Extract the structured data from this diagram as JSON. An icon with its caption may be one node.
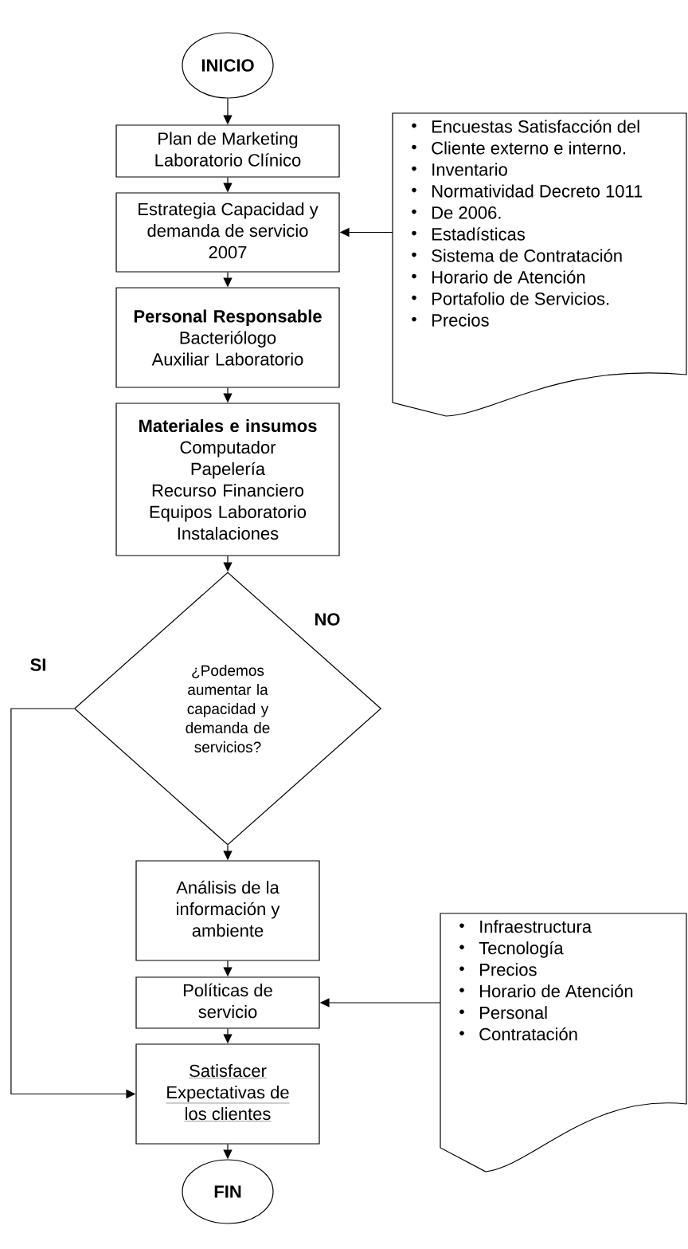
{
  "diagram": {
    "nodes": [
      {
        "text": [
          "INICIO"
        ]
      },
      {
        "text": [
          "Plan de Marketing Laboratorio Clínico"
        ]
      },
      {
        "text": [
          "Estrategia Capacidad y demanda de servicio 2007"
        ]
      },
      {
        "text": [
          "Personal Responsable",
          "Bacteriólogo",
          "Auxiliar Laboratorio"
        ]
      },
      {
        "text": [
          "Materiales e insumos",
          "Computador",
          "Papelería",
          "Recurso Financiero",
          "Equipos Laboratorio",
          "Instalaciones"
        ]
      },
      {
        "text": [
          "¿Podemos aumentar la capacidad y demanda de servicios?"
        ]
      },
      {
        "text": [
          "Análisis de la información y ambiente"
        ]
      },
      {
        "text": [
          "Políticas de servicio"
        ]
      },
      {
        "text": [
          "Satisfacer Expectativas de los clientes"
        ]
      },
      {
        "text": [
          "FIN"
        ]
      },
      {
        "text": [
          "Encuestas Satisfacción del",
          "Cliente externo e interno.",
          "Inventario",
          "Normatividad Decreto 1011",
          "De 2006.",
          "Estadísticas",
          "Sistema de Contratación",
          "Horario de Atención",
          "Portafolio de Servicios.",
          "Precios"
        ]
      },
      {
        "text": [
          "Infraestructura",
          "Tecnología",
          "Precios",
          "Horario de Atención",
          "Personal",
          "Contratación"
        ]
      }
    ],
    "edges": [
      {
        "from": 0,
        "to": 1,
        "arrow": "to"
      },
      {
        "from": 1,
        "to": 2,
        "arrow": "to"
      },
      {
        "from": 2,
        "to": 3,
        "arrow": "to"
      },
      {
        "from": 3,
        "to": 4,
        "arrow": "to"
      },
      {
        "from": 4,
        "to": 5,
        "arrow": "to"
      },
      {
        "from": 5,
        "to": 6,
        "arrow": "to"
      },
      {
        "from": 6,
        "to": 7,
        "arrow": "to"
      },
      {
        "from": 7,
        "to": 8,
        "arrow": "to"
      },
      {
        "from": 8,
        "to": 9,
        "arrow": "to"
      },
      {
        "from": 10,
        "to": 2,
        "arrow": "to"
      },
      {
        "from": 11,
        "to": 7,
        "arrow": "to"
      },
      {
        "from": 5,
        "to": 8,
        "arrow": "to"
      }
    ],
    "labels": [
      "NO",
      "SI"
    ]
  }
}
